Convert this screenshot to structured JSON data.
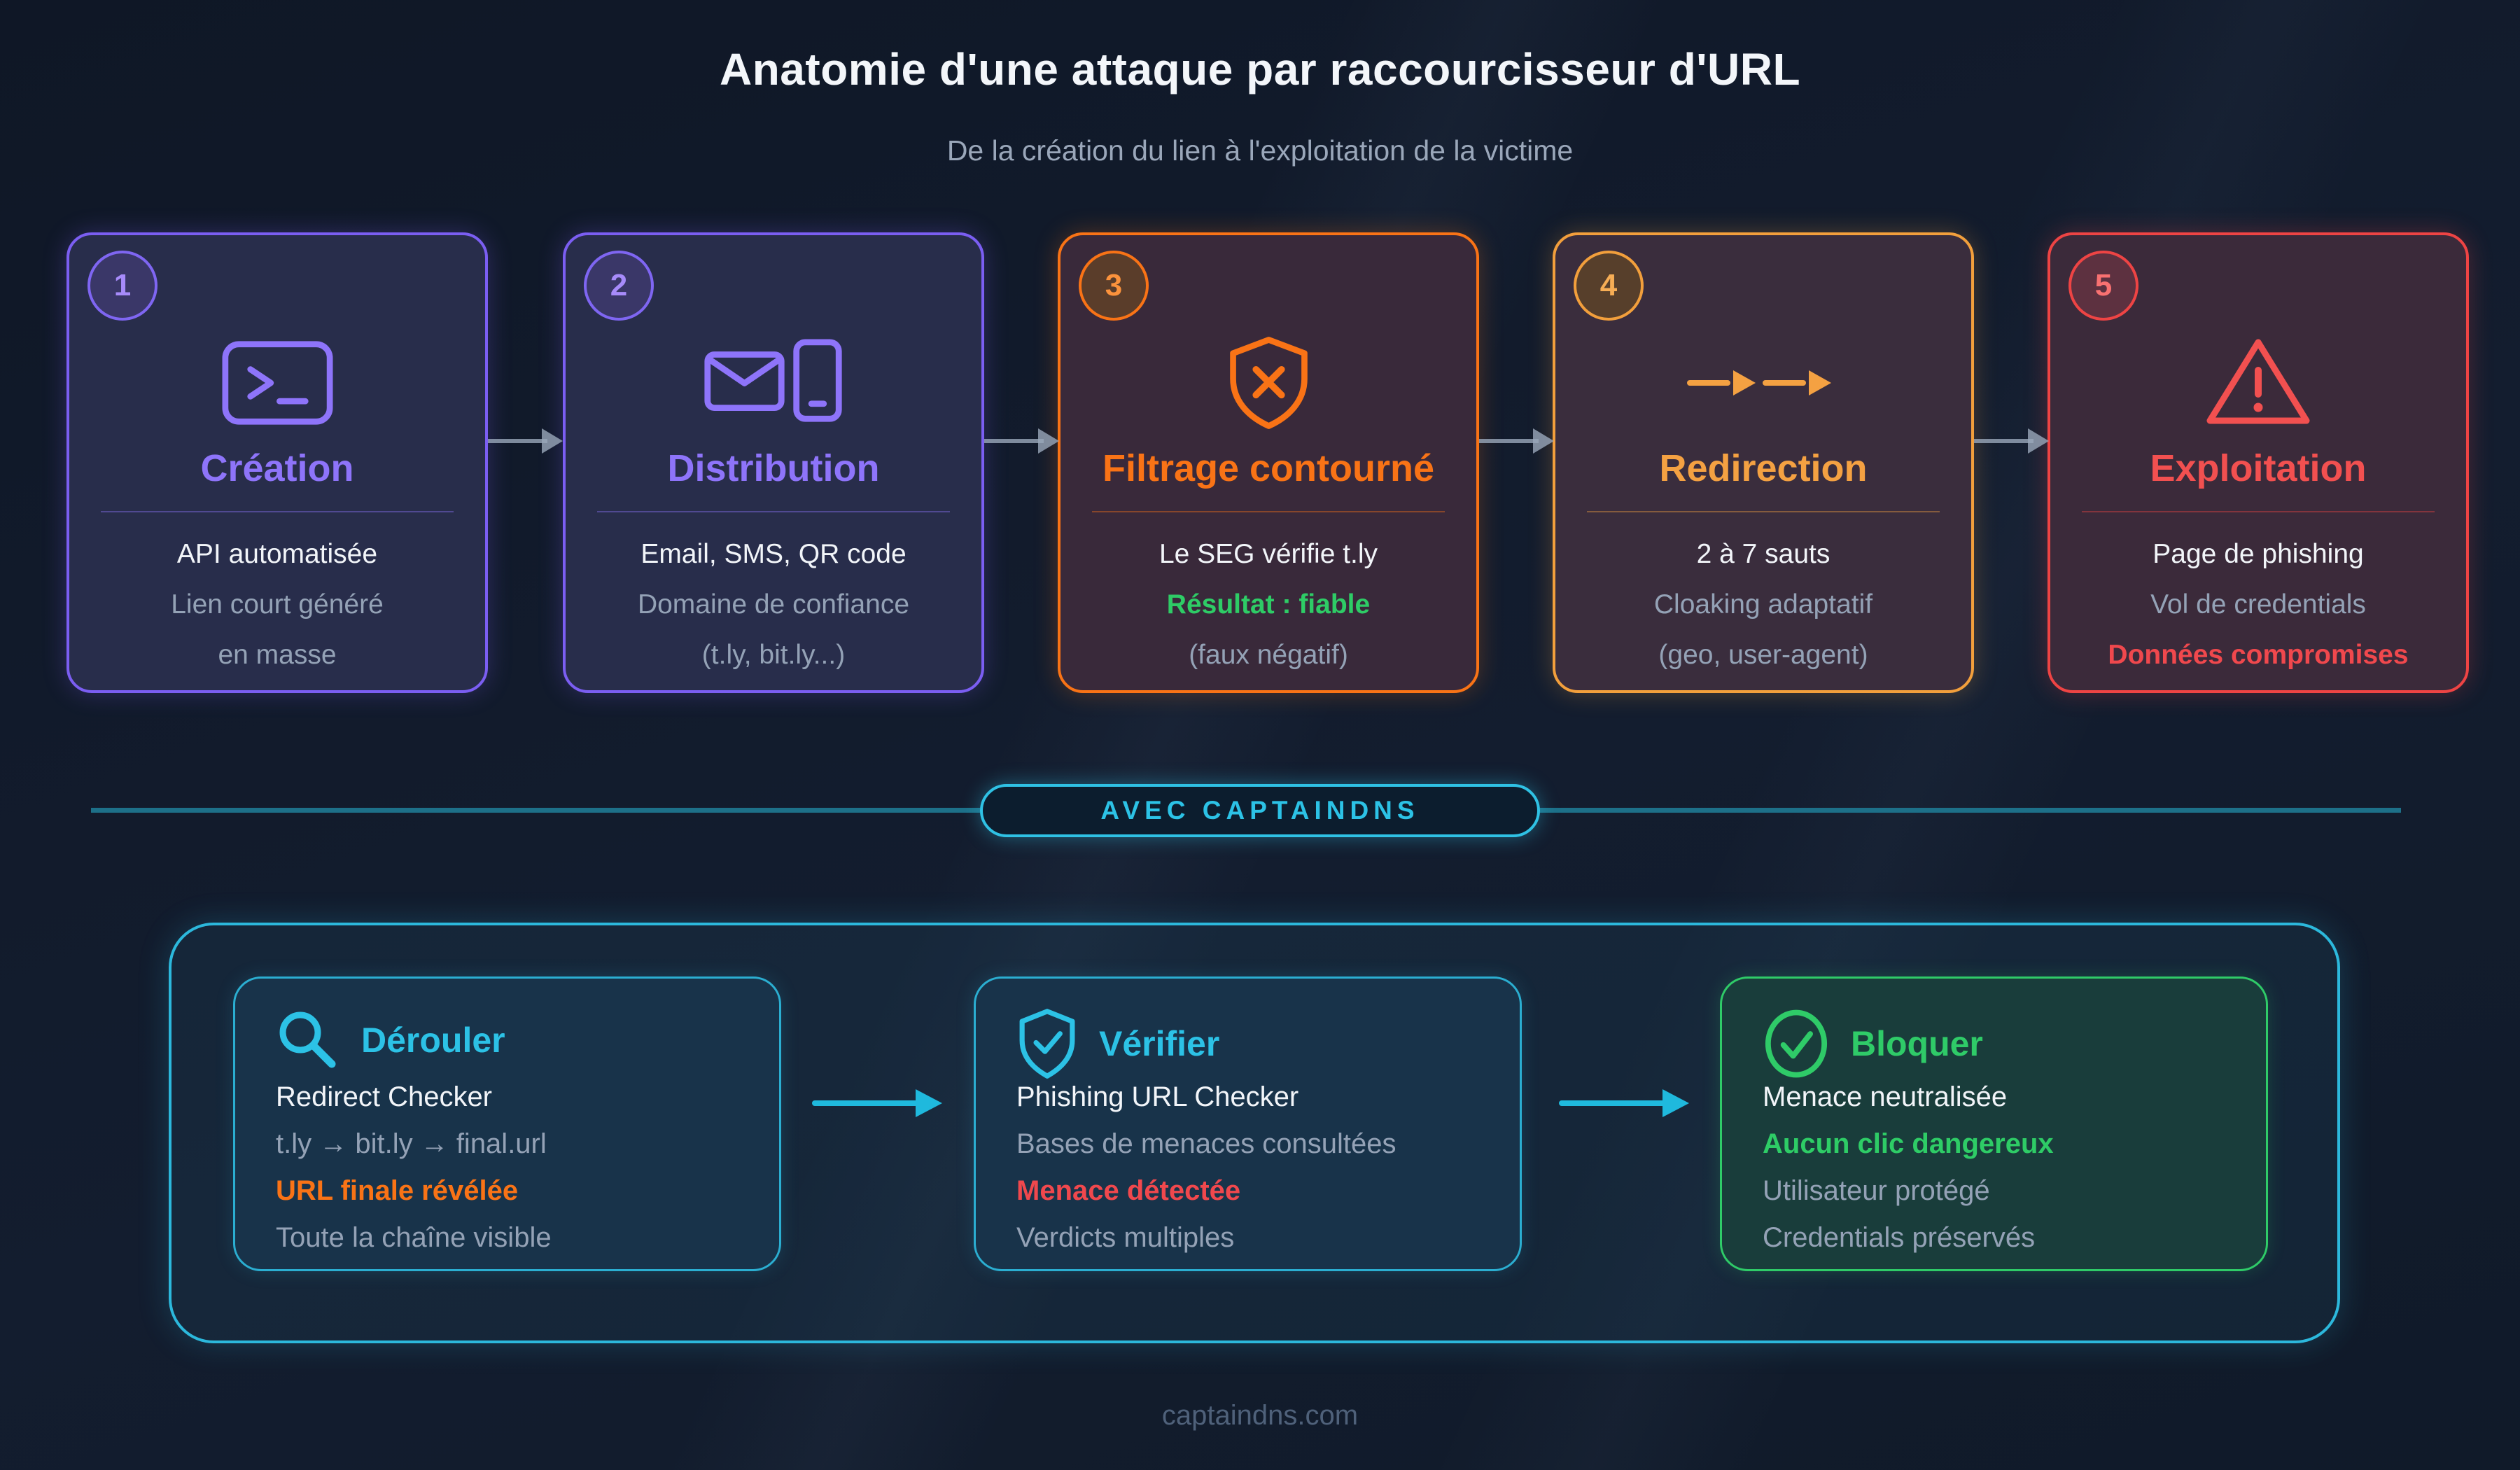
{
  "header": {
    "title": "Anatomie d'une attaque par raccourcisseur d'URL",
    "subtitle": "De la création du lien à l'exploitation de la victime"
  },
  "attack": {
    "cards": [
      {
        "number": "1",
        "title": "Création",
        "icon": "terminal-icon",
        "accent": "#8e74fa",
        "lines": [
          {
            "text": "API automatisée",
            "tone": "white"
          },
          {
            "text": "Lien court généré",
            "tone": "muted"
          },
          {
            "text": "en masse",
            "tone": "muted"
          }
        ]
      },
      {
        "number": "2",
        "title": "Distribution",
        "icon": "mail-phone-icon",
        "accent": "#8e74fa",
        "lines": [
          {
            "text": "Email, SMS, QR code",
            "tone": "white"
          },
          {
            "text": "Domaine de confiance",
            "tone": "muted"
          },
          {
            "text": "(t.ly, bit.ly...)",
            "tone": "muted"
          }
        ]
      },
      {
        "number": "3",
        "title": "Filtrage contourné",
        "icon": "shield-x-icon",
        "accent": "#f97316",
        "lines": [
          {
            "text": "Le SEG vérifie t.ly",
            "tone": "white"
          },
          {
            "text": "Résultat : fiable",
            "tone": "green"
          },
          {
            "text": "(faux négatif)",
            "tone": "muted"
          }
        ]
      },
      {
        "number": "4",
        "title": "Redirection",
        "icon": "redirect-hops-icon",
        "accent": "#f4a142",
        "lines": [
          {
            "text": "2 à 7 sauts",
            "tone": "white"
          },
          {
            "text": "Cloaking adaptatif",
            "tone": "muted"
          },
          {
            "text": "(geo, user-agent)",
            "tone": "muted"
          }
        ]
      },
      {
        "number": "5",
        "title": "Exploitation",
        "icon": "warning-triangle-icon",
        "accent": "#f25050",
        "lines": [
          {
            "text": "Page de phishing",
            "tone": "white"
          },
          {
            "text": "Vol de credentials",
            "tone": "muted"
          },
          {
            "text": "Données compromises",
            "tone": "red"
          }
        ]
      }
    ]
  },
  "divider": {
    "badge_label": "AVEC CAPTAINDNS",
    "accent": "#2cc2e6"
  },
  "solution": {
    "cards": [
      {
        "title": "Dérouler",
        "icon": "magnifier-icon",
        "accent": "#2cc2e6",
        "lines": [
          {
            "text": "Redirect Checker",
            "tone": "white"
          },
          {
            "text": "t.ly → bit.ly → final.url",
            "tone": "muted"
          },
          {
            "text": "URL finale révélée",
            "tone": "orange"
          },
          {
            "text": "Toute la chaîne visible",
            "tone": "muted"
          }
        ]
      },
      {
        "title": "Vérifier",
        "icon": "shield-check-icon",
        "accent": "#2cc2e6",
        "lines": [
          {
            "text": "Phishing URL Checker",
            "tone": "white"
          },
          {
            "text": "Bases de menaces consultées",
            "tone": "muted"
          },
          {
            "text": "Menace détectée",
            "tone": "red"
          },
          {
            "text": "Verdicts multiples",
            "tone": "muted"
          }
        ]
      },
      {
        "title": "Bloquer",
        "icon": "circle-check-icon",
        "accent": "#2fcb68",
        "lines": [
          {
            "text": "Menace neutralisée",
            "tone": "white"
          },
          {
            "text": "Aucun clic dangereux",
            "tone": "green"
          },
          {
            "text": "Utilisateur protégé",
            "tone": "muted"
          },
          {
            "text": "Credentials préservés",
            "tone": "muted"
          }
        ]
      }
    ]
  },
  "footer": {
    "text": "captaindns.com"
  },
  "palette": {
    "background": "#111a2a",
    "purple": "#7b5ef2",
    "orange": "#f97316",
    "amber": "#f29f3c",
    "red": "#ee4444",
    "cyan": "#2cc2e6",
    "green": "#2fcb68",
    "muted_text": "#94a2b6",
    "white_text": "#f2f5f9",
    "divider_line": "#1d7089"
  }
}
